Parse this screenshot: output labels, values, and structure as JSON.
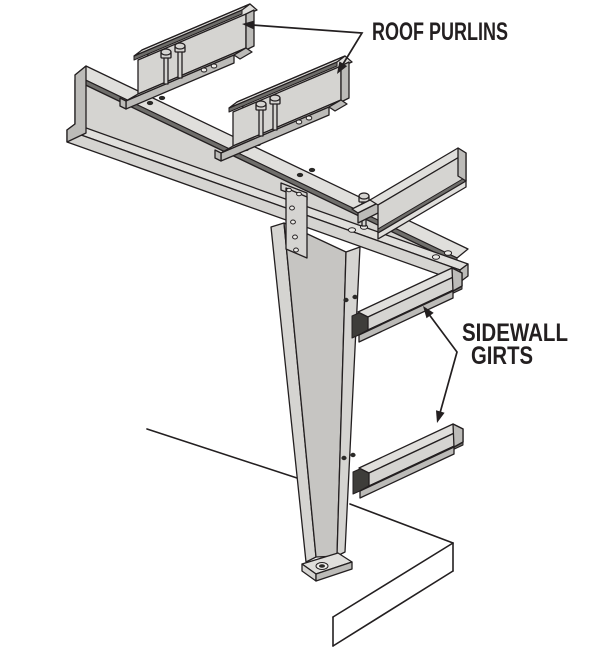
{
  "figure": {
    "type": "exploded-isometric-framing-diagram",
    "labels": {
      "roof_purlins": "ROOF PURLINS",
      "sidewall_girts_line1": "SIDEWALL",
      "sidewall_girts_line2": "GIRTS"
    },
    "colors": {
      "background": "#ffffff",
      "outline": "#231f20",
      "steel_light": "#d5d4d1",
      "steel_top": "#e0dfdc",
      "steel_medium": "#bcbbb8",
      "steel_dark": "#6f6e6b",
      "label_text": "#231f20"
    }
  }
}
